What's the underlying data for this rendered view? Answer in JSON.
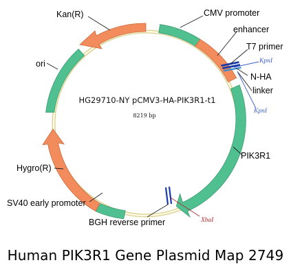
{
  "plasmid": {
    "name": "HG29710-NY pCMV3-HA-PIK3R1-t1",
    "size": "8219 bp"
  },
  "features": [
    {
      "id": "cmv-promoter",
      "label": "CMV promoter",
      "color": "#50c090"
    },
    {
      "id": "enhancer",
      "label": "enhancer",
      "color": "#f28c5c"
    },
    {
      "id": "t7-primer",
      "label": "T7 primer",
      "color": "#1a3aa8"
    },
    {
      "id": "n-ha",
      "label": "N-HA",
      "color": "#1a3aa8"
    },
    {
      "id": "linker",
      "label": "linker",
      "color": "#3a8cd0"
    },
    {
      "id": "pik3r1",
      "label": "PIK3R1",
      "color": "#50c090"
    },
    {
      "id": "bgh-reverse-primer",
      "label": "BGH reverse primer",
      "color": "#1a3aa8"
    },
    {
      "id": "sv40-early-promoter",
      "label": "SV40 early promoter",
      "color": "#50c090"
    },
    {
      "id": "hygro-r",
      "label": "Hygro(R)",
      "color": "#f28c5c"
    },
    {
      "id": "ori",
      "label": "ori",
      "color": "#50c090"
    },
    {
      "id": "kan-r",
      "label": "Kan(R)",
      "color": "#f28c5c"
    }
  ],
  "sites": [
    {
      "id": "kpni-1",
      "label": "KpnI",
      "color": "#3a5fc8"
    },
    {
      "id": "kpni-2",
      "label": "KpnI",
      "color": "#3a5fc8"
    },
    {
      "id": "xbai",
      "label": "XbaI",
      "color": "#b0282c"
    }
  ],
  "caption": "Human PIK3R1 Gene Plasmid Map 2749"
}
